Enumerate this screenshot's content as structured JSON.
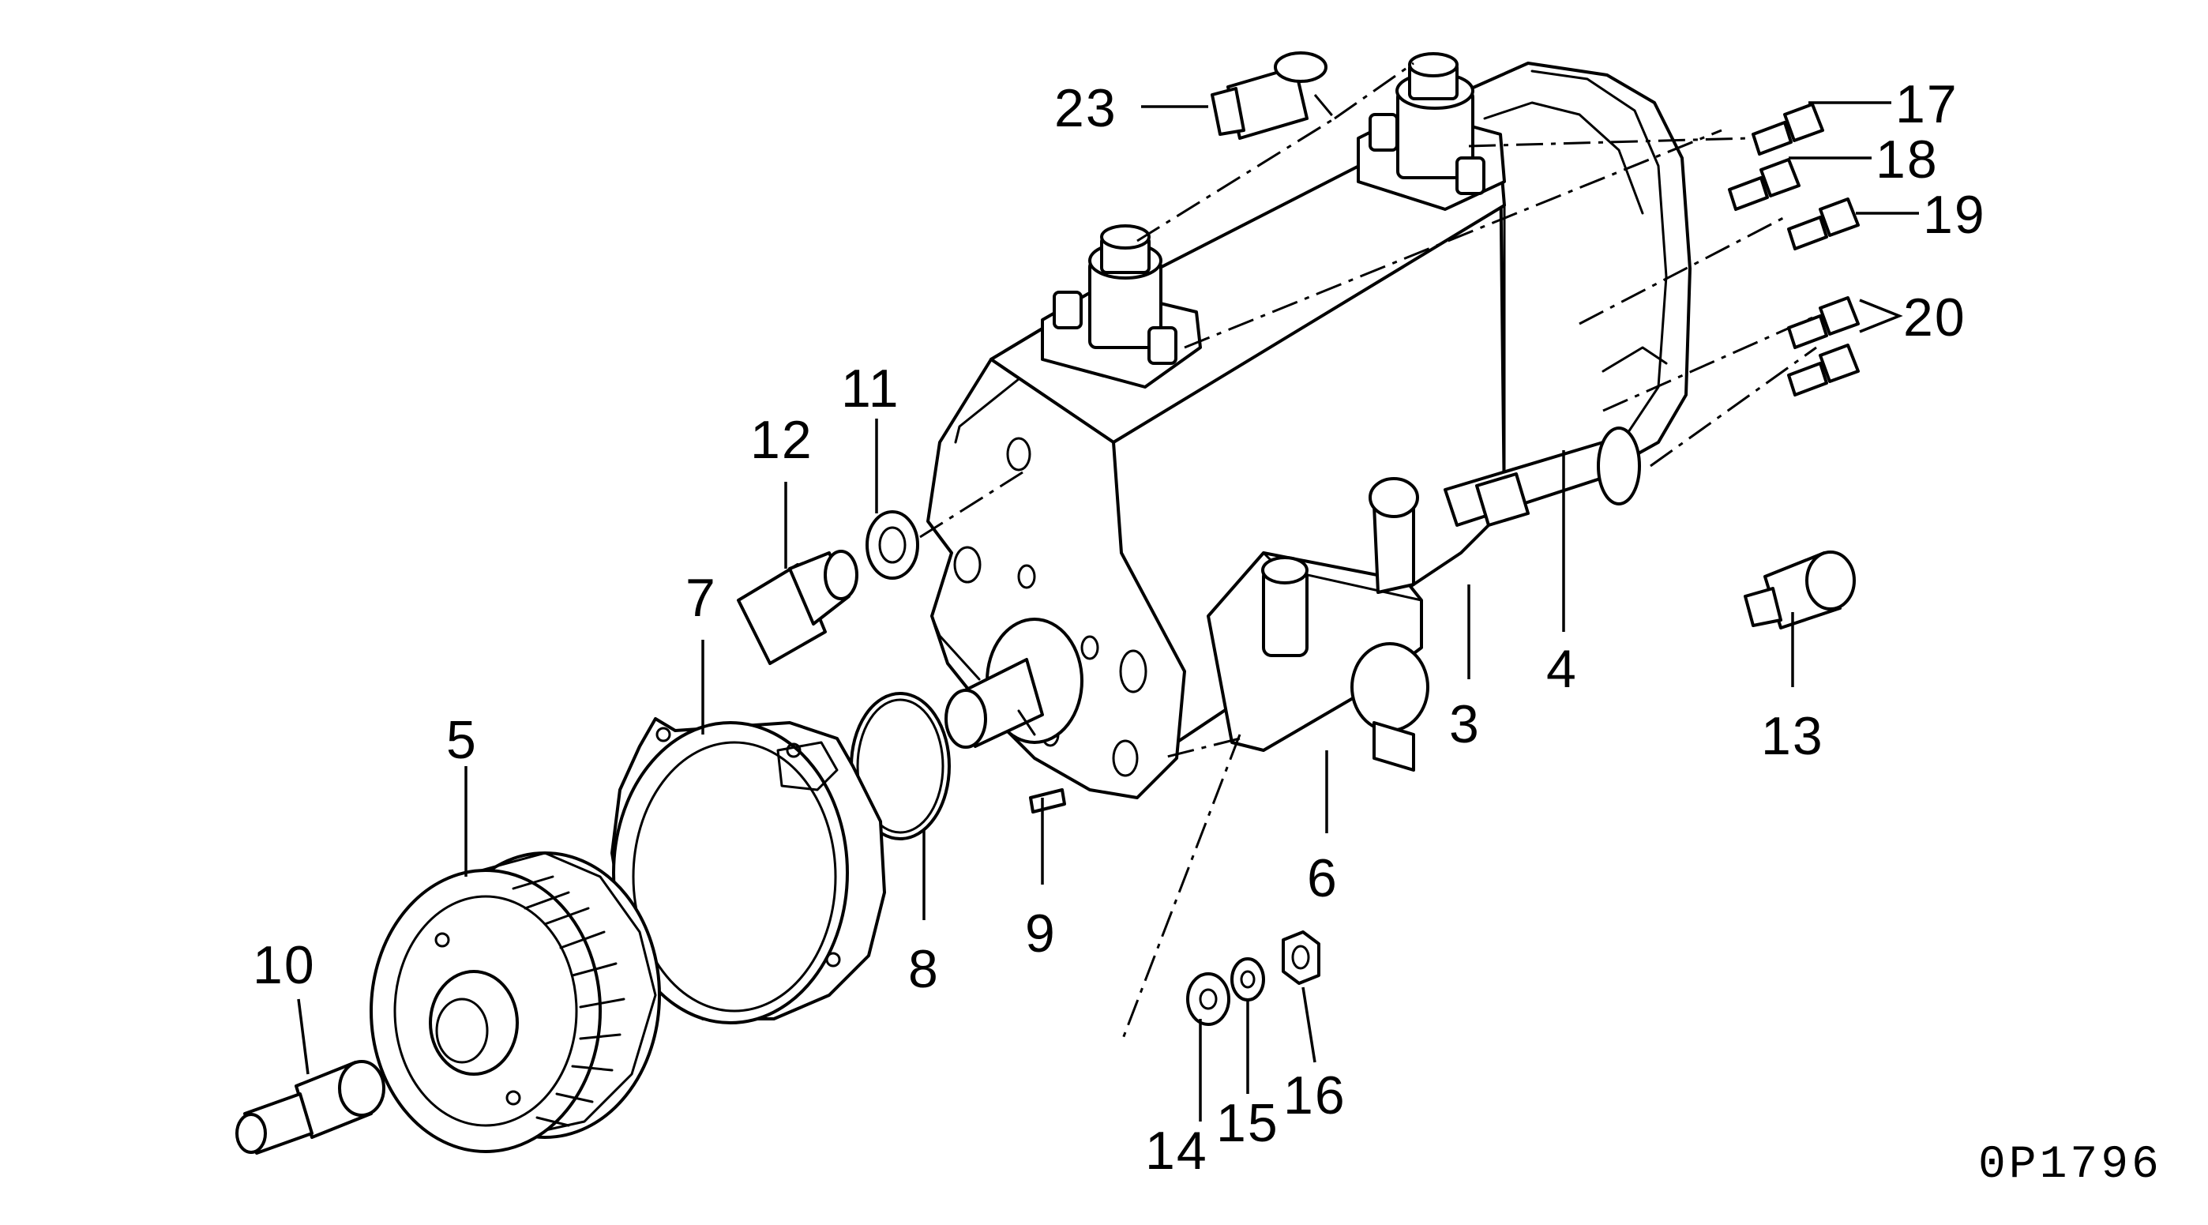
{
  "figure_code": "0P1796",
  "callouts": {
    "c3": "3",
    "c4": "4",
    "c5": "5",
    "c6": "6",
    "c7": "7",
    "c8": "8",
    "c9": "9",
    "c10": "10",
    "c11": "11",
    "c12": "12",
    "c13": "13",
    "c14": "14",
    "c15": "15",
    "c16": "16",
    "c17": "17",
    "c18": "18",
    "c19": "19",
    "c20": "20",
    "c23": "23"
  }
}
